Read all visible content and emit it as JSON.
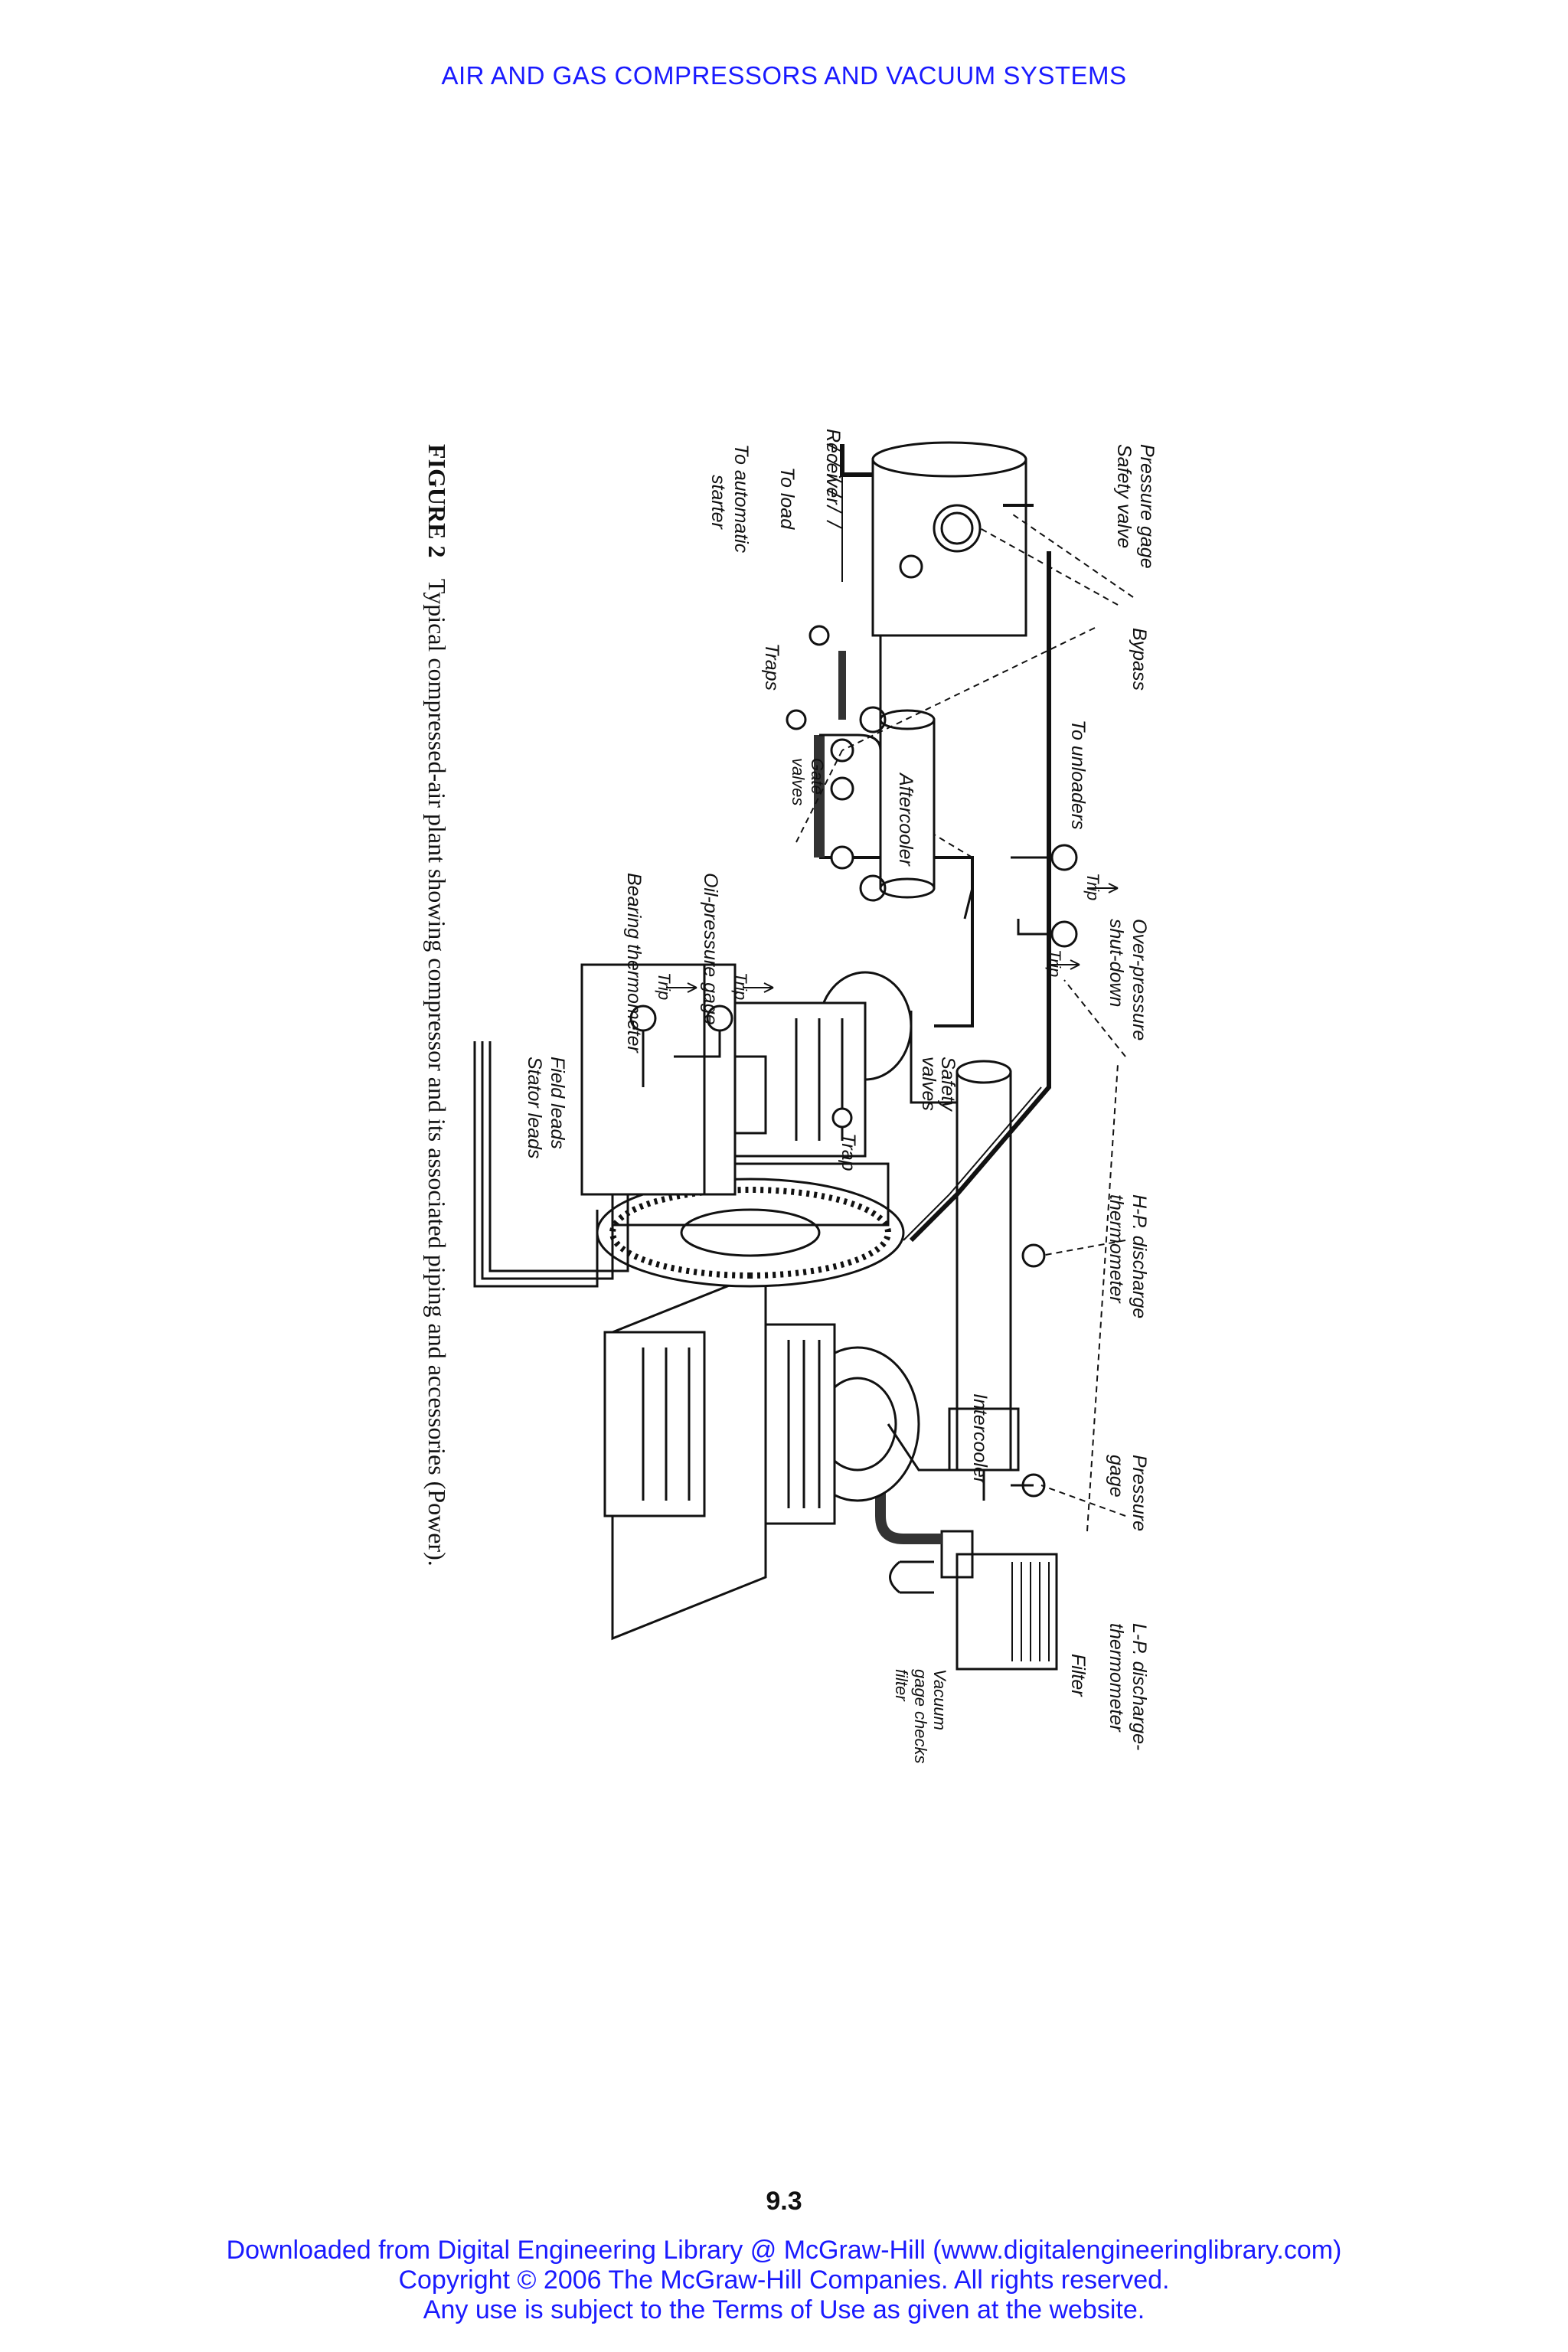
{
  "page": {
    "header": "AIR AND GAS COMPRESSORS AND VACUUM SYSTEMS",
    "page_number": "9.3",
    "footer_lines": [
      "Downloaded from Digital Engineering Library @ McGraw-Hill (www.digitalengineeringlibrary.com)",
      "Copyright © 2006 The McGraw-Hill Companies. All rights reserved.",
      "Any use is subject to the Terms of Use as given at the website."
    ]
  },
  "figure": {
    "caption_label": "FIGURE 2",
    "caption_text": "Typical compressed-air plant showing compressor and its associated piping and accessories (Power).",
    "labels": {
      "lp_discharge_1": "L-P. discharge-",
      "lp_discharge_2": "thermometer",
      "filter": "Filter",
      "vacuum_1": "Vacuum",
      "vacuum_2": "gage checks",
      "vacuum_3": "filter",
      "pressure_gage_1": "Pressure",
      "pressure_gage_2": "gage",
      "hp_discharge_1": "H-P. discharge",
      "hp_discharge_2": "thermometer",
      "intercooler": "Intercooler",
      "trap": "Trap",
      "safety_valves_1": "Safety",
      "safety_valves_2": "valves",
      "over_pressure_1": "Over-pressure",
      "over_pressure_2": "shut-down",
      "trip_1": "Trip",
      "trip_2": "Trip",
      "trip_3": "Trip",
      "trip_4": "Trip",
      "to_unloaders": "To unloaders",
      "oil_pressure_gage": "Oil-pressure gage",
      "bearing_thermometer": "Bearing thermometer",
      "field_leads": "Field leads",
      "stator_leads": "Stator leads",
      "aftercooler": "Aftercooler",
      "gate_valves_1": "Gate",
      "gate_valves_2": "valves",
      "bypass": "Bypass",
      "traps": "Traps",
      "pressure_gage_top": "Pressure gage",
      "safety_valve": "Safety valve",
      "receiver": "Receiver",
      "to_load": "To load",
      "to_auto_1": "To automatic",
      "to_auto_2": "starter"
    }
  }
}
